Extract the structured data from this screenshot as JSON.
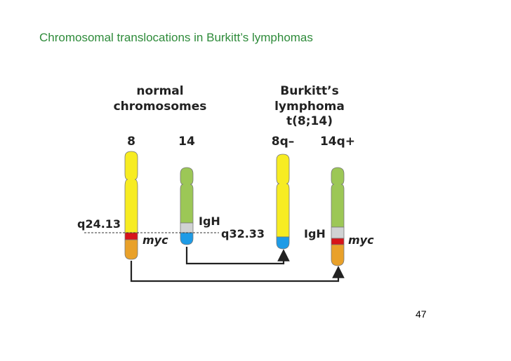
{
  "title": "Chromosomal translocations in Burkitt’s lymphomas",
  "page_number": "47",
  "groups": {
    "normal_line1": "normal",
    "normal_line2": "chromosomes",
    "burkitt_line1": "Burkitt’s",
    "burkitt_line2": "lymphoma",
    "burkitt_line3": "t(8;14)"
  },
  "chromosome_labels": {
    "chr8": "8",
    "chr14": "14",
    "chr8q": "8q–",
    "chr14q": "14q+"
  },
  "band_labels": {
    "q24": "q24.13",
    "q32": "q32.33",
    "igh_normal": "IgH",
    "igh_translocated": "IgH",
    "myc_normal": "myc",
    "myc_translocated": "myc"
  },
  "colors": {
    "title": "#2e8b3a",
    "chr8_yellow": "#f7ec22",
    "chr14_green": "#9cc756",
    "orange": "#e9a12a",
    "red_myc": "#d7141a",
    "blue_igh": "#1e9be6",
    "gray_igh": "#d0d2d3",
    "outline": "#777777",
    "arrow": "#222222"
  }
}
